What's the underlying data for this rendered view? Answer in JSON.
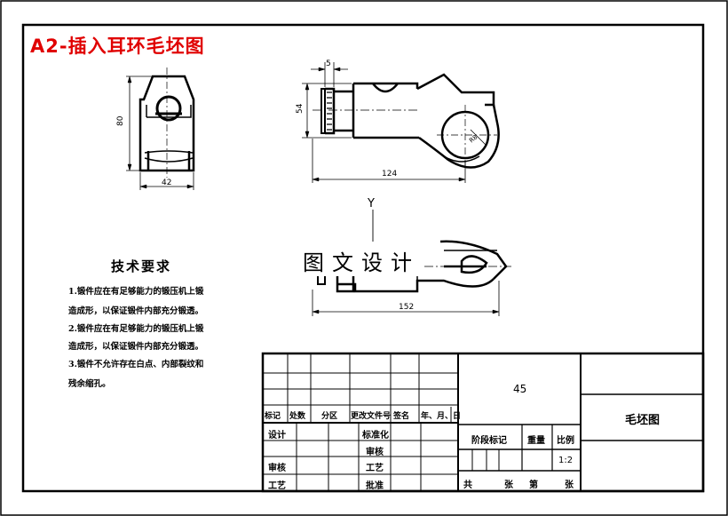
{
  "banner": {
    "title": "A2-插入耳环毛坯图"
  },
  "dimensions": {
    "side_height": "80",
    "side_width": "42",
    "top_offset": "5",
    "front_height": "54",
    "front_length": "124",
    "bottom_length": "152",
    "hole_radius": "R8"
  },
  "axis_label": "Y",
  "watermark": "图文设计",
  "tech_requirements": {
    "title": "技术要求",
    "lines": [
      "1.锻件应在有足够能力的锻压机上锻",
      "造成形，以保证锻件内部充分锻透。",
      "2.锻件应在有足够能力的锻压机上锻",
      "造成形，以保证锻件内部充分锻透。",
      "3.锻件不允许存在白点、内部裂纹和",
      "残余缩孔。"
    ]
  },
  "title_block": {
    "material": "45",
    "drawing_name": "毛坯图",
    "rev_headers": [
      "标记",
      "处数",
      "分区",
      "更改文件号",
      "签名",
      "年、月、日"
    ],
    "row_designer": "设计",
    "row_standard": "标准化",
    "row_proofread": "审核",
    "row_process": "工艺",
    "row_check": "审核",
    "row_approve": "批准",
    "stage_mark": "阶段标记",
    "weight": "重量",
    "scale_label": "比例",
    "scale_value": "1:2",
    "total_label": "共",
    "sheets_label": "张",
    "page_label": "第",
    "page_sheets_label": "张"
  }
}
